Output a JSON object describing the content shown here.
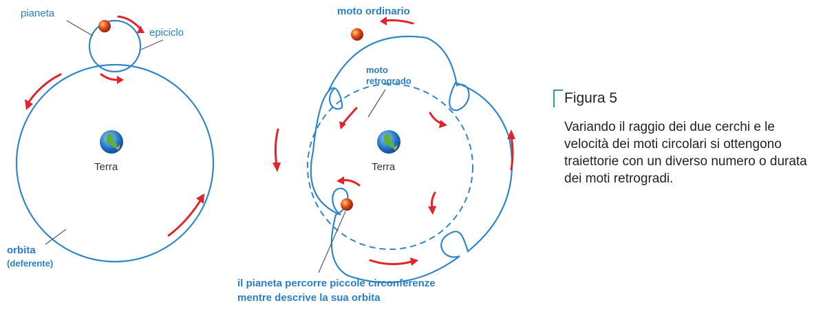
{
  "left_diagram": {
    "planet_label": "pianeta",
    "epicycle_label": "epiciclo",
    "earth_label": "Terra",
    "orbit_label": "orbita",
    "deferent_label": "(deferente)"
  },
  "right_diagram": {
    "ordinary_motion_label": "moto ordinario",
    "retrograde_label_line1": "moto",
    "retrograde_label_line2": "retrogrado",
    "earth_label": "Terra",
    "bottom_caption_line1": "il pianeta percorre piccole circonferenze",
    "bottom_caption_line2": "mentre descrive la sua orbita"
  },
  "figure": {
    "title": "Figura 5",
    "text": "Variando il raggio dei due cerchi e le velocità dei moti circolari si ottengono traiettorie con un diverso numero o durata dei moti retrogradi."
  },
  "colors": {
    "orbit": "#2f86c8",
    "arrows": "#e0242c",
    "labels": "#2a7fc4",
    "planet": "#e0461c",
    "accent_bar": "#2a9aa4"
  }
}
